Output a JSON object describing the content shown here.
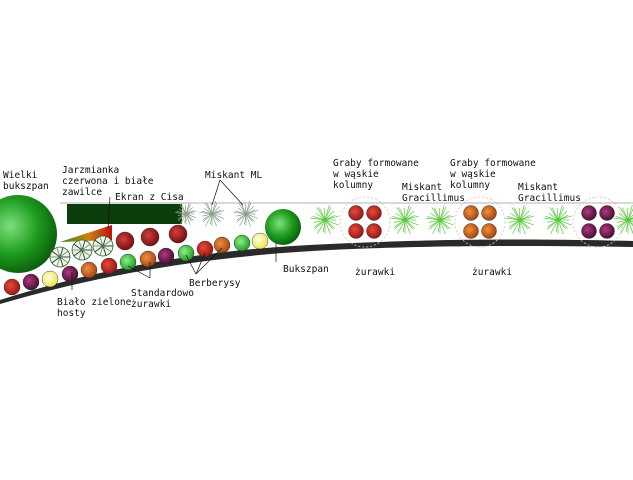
{
  "labels": {
    "wielki_bukszpan": [
      "Wielki",
      "bukszpan"
    ],
    "jarzmianka": [
      "Jarzmianka",
      "czerwona i białe",
      "zawilce"
    ],
    "ekran": [
      "Ekran z Cisa"
    ],
    "miskant_ml": [
      "Miskant ML"
    ],
    "graby_1": [
      "Graby formowane",
      "w wąskie",
      "kolumny"
    ],
    "miskant_grac_1": [
      "Miskant",
      "Gracillimus"
    ],
    "graby_2": [
      "Graby formowane",
      "w wąskie",
      "kolumny"
    ],
    "miskant_grac_2": [
      "Miskant",
      "Gracillimus"
    ],
    "bukszpan": [
      "Bukszpan"
    ],
    "zurawki_1": [
      "żurawki"
    ],
    "zurawki_2": [
      "żurawki"
    ],
    "berberysy": [
      "Berberysy"
    ],
    "standardowo": [
      "Standardowo",
      "żurawki"
    ],
    "bialo_zielone": [
      "Biało zielone",
      "hosty"
    ]
  },
  "colors": {
    "boxwood": "#1e9c1e",
    "hedge": "#0c3d0c",
    "grass": "#58c83c",
    "maroon": "#8a1010",
    "purple": "#5a1040",
    "orange": "#c85a10",
    "bright_green": "#22b822",
    "yellow": "#f4f070",
    "path": "#2a2a2a"
  }
}
